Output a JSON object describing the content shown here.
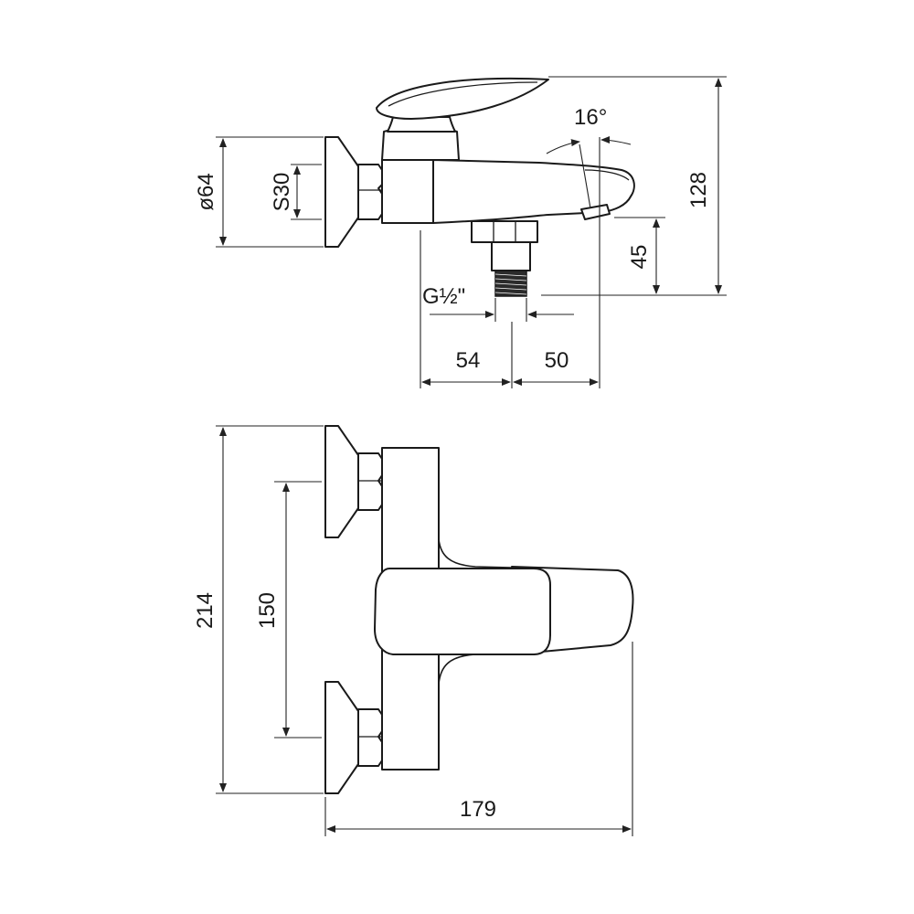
{
  "drawing": {
    "side_view": {
      "diameter_label": "ø64",
      "nut_label": "S30",
      "angle_label": "16°",
      "height_label": "128",
      "outlet_height_label": "45",
      "thread_label": "G½\"",
      "depth_left_label": "54",
      "depth_right_label": "50"
    },
    "top_view": {
      "total_length_label": "214",
      "center_distance_label": "150",
      "projection_label": "179"
    },
    "colors": {
      "line": "#1a1a1a",
      "background": "#ffffff"
    }
  }
}
